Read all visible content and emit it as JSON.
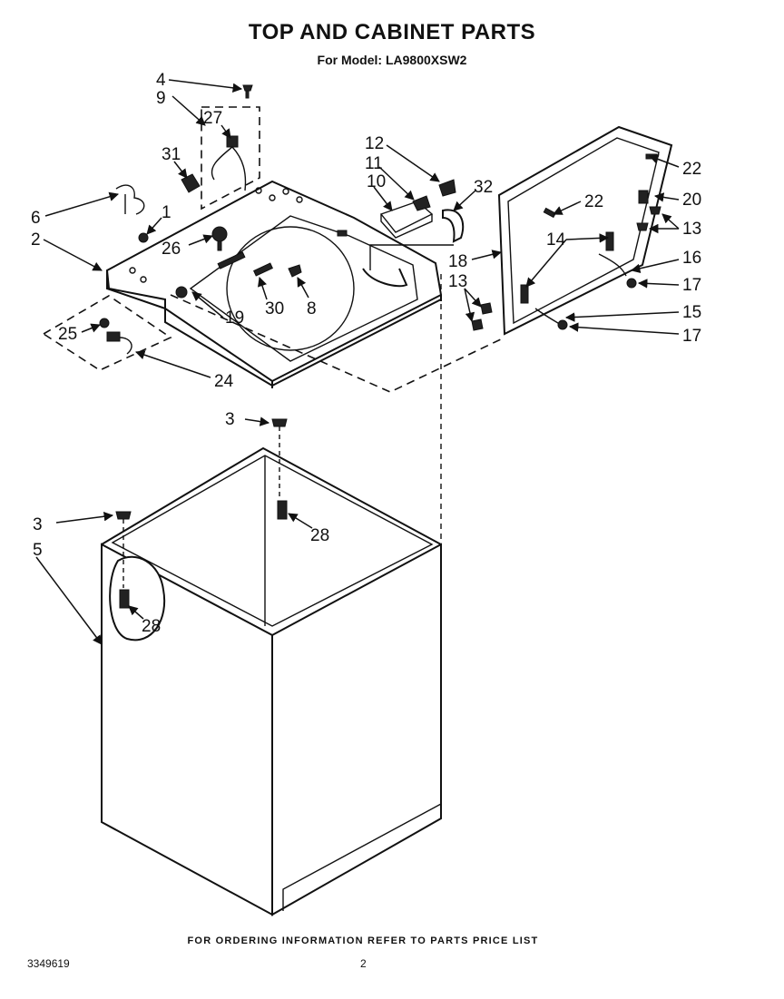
{
  "title": "TOP AND CABINET PARTS",
  "subtitle": "For Model: LA9800XSW2",
  "footer_note": "FOR ORDERING INFORMATION REFER TO PARTS PRICE LIST",
  "document_number": "3349619",
  "page_number": "2",
  "callouts": {
    "c1": "1",
    "c2": "2",
    "c3a": "3",
    "c3b": "3",
    "c4": "4",
    "c5": "5",
    "c6": "6",
    "c8": "8",
    "c9": "9",
    "c10": "10",
    "c11": "11",
    "c12": "12",
    "c13a": "13",
    "c13b": "13",
    "c14": "14",
    "c15": "15",
    "c16": "16",
    "c17a": "17",
    "c17b": "17",
    "c18": "18",
    "c19": "19",
    "c20": "20",
    "c22a": "22",
    "c22b": "22",
    "c24": "24",
    "c25": "25",
    "c26": "26",
    "c27": "27",
    "c28a": "28",
    "c28b": "28",
    "c30": "30",
    "c31": "31",
    "c32": "32"
  }
}
